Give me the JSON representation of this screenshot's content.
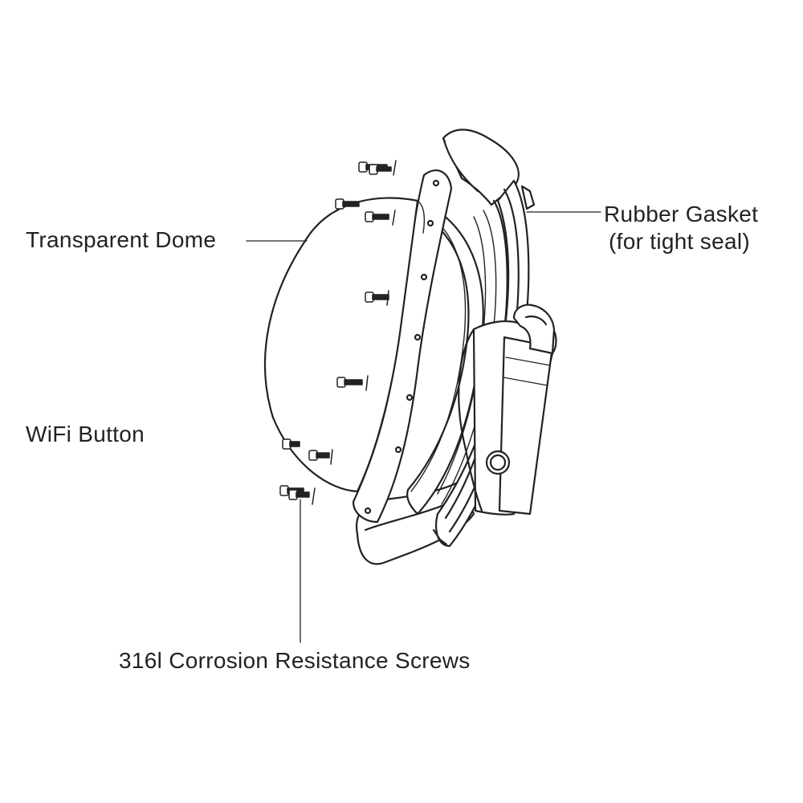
{
  "callouts": {
    "dome": "Transparent Dome",
    "gasket_line1": "Rubber Gasket",
    "gasket_line2": "(for tight seal)",
    "wifi": "WiFi Button",
    "screws": "316l Corrosion Resistance Screws"
  },
  "colors": {
    "line": "#222222",
    "background": "#ffffff"
  }
}
